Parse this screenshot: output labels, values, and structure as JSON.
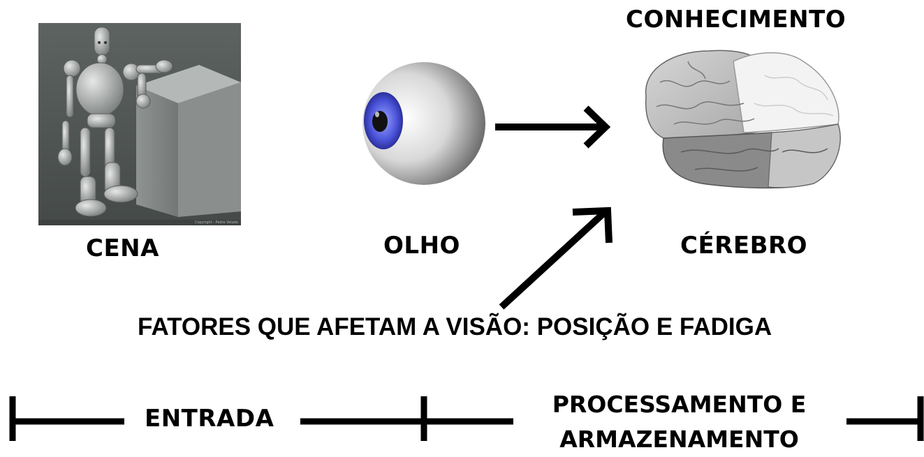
{
  "title": "CONHECIMENTO",
  "nodes": {
    "scene": {
      "label": "CENA",
      "copyright": "Copyright - Pedro Velado"
    },
    "eye": {
      "label": "OLHO"
    },
    "brain": {
      "label": "CÉREBRO"
    }
  },
  "factors": "FATORES QUE AFETAM A VISÃO: POSIÇÃO E FADIGA",
  "timeline": {
    "input": "ENTRADA",
    "processing_line1": "PROCESSAMENTO E",
    "processing_line2": "ARMAZENAMENTO"
  },
  "colors": {
    "iris": "#4a52d8",
    "scene_bg": "#4f5552",
    "brain_light": "#f2f2f2",
    "brain_gray": "#8a8a8a"
  }
}
